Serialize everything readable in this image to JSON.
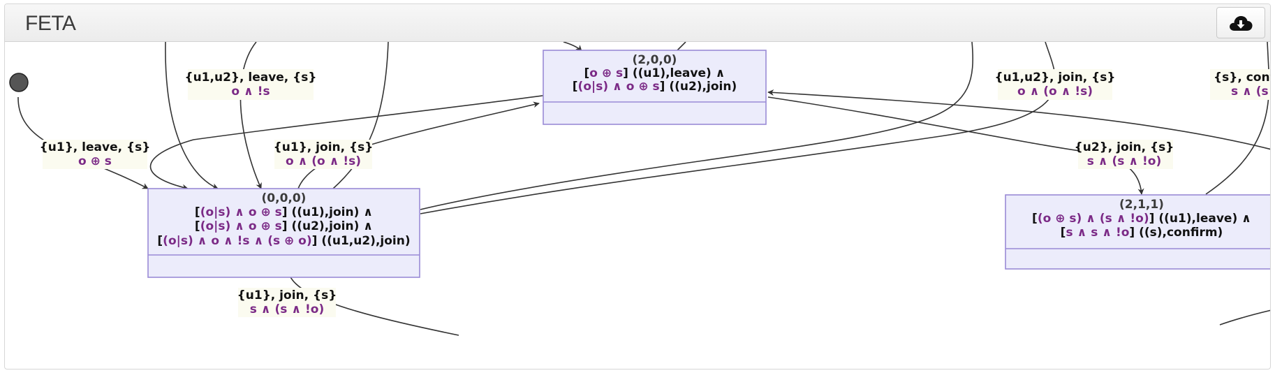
{
  "app": {
    "title": "FETA",
    "download_icon": "cloud-download-icon"
  },
  "diagram": {
    "states": [
      {
        "id": "s200",
        "name": "(2,0,0)",
        "lines": [
          [
            [
              "[",
              "k"
            ],
            [
              "o ⊕ s",
              "p"
            ],
            [
              "] ((u1),leave) ∧",
              "k"
            ]
          ],
          [
            [
              "[",
              "k"
            ],
            [
              "(o|s) ∧ o ⊕ s",
              "p"
            ],
            [
              "] ((u2),join)",
              "k"
            ]
          ]
        ]
      },
      {
        "id": "s000",
        "name": "(0,0,0)",
        "lines": [
          [
            [
              "[",
              "k"
            ],
            [
              "(o|s) ∧ o ⊕ s",
              "p"
            ],
            [
              "] ((u1),join) ∧",
              "k"
            ]
          ],
          [
            [
              "[",
              "k"
            ],
            [
              "(o|s) ∧ o ⊕ s",
              "p"
            ],
            [
              "] ((u2),join) ∧",
              "k"
            ]
          ],
          [
            [
              "[",
              "k"
            ],
            [
              "(o|s) ∧ o ∧ !s ∧ (s ⊕ o)",
              "p"
            ],
            [
              "] ((u1,u2),join)",
              "k"
            ]
          ]
        ]
      },
      {
        "id": "s211",
        "name": "(2,1,1)",
        "lines": [
          [
            [
              "[",
              "k"
            ],
            [
              "(o ⊕ s) ∧ (s ∧ !o)",
              "p"
            ],
            [
              "] ((u1),leave) ∧",
              "k"
            ]
          ],
          [
            [
              "[",
              "k"
            ],
            [
              "s ∧ s ∧ !o",
              "p"
            ],
            [
              "] ((s),confirm)",
              "k"
            ]
          ]
        ]
      }
    ],
    "edge_labels": [
      {
        "id": "l1",
        "action": "{u1,u2}, leave, {s}",
        "guard": "o ∧ !s"
      },
      {
        "id": "l2",
        "action": "{u1}, leave, {s}",
        "guard": "o ⊕ s"
      },
      {
        "id": "l3",
        "action": "{u1}, join, {s}",
        "guard": "o ∧ (o ∧ !s)"
      },
      {
        "id": "l4",
        "action": "{u1,u2}, join, {s}",
        "guard": "o ∧ (o ∧ !s)"
      },
      {
        "id": "l5",
        "action": "{u2}, join, {s}",
        "guard": "s ∧ (s ∧ !o)"
      },
      {
        "id": "l6",
        "action": "{s}, confi",
        "guard": "s ∧ (s"
      },
      {
        "id": "l7",
        "action": "{u1}, join, {s}",
        "guard": "s ∧ (s ∧ !o)"
      }
    ]
  }
}
